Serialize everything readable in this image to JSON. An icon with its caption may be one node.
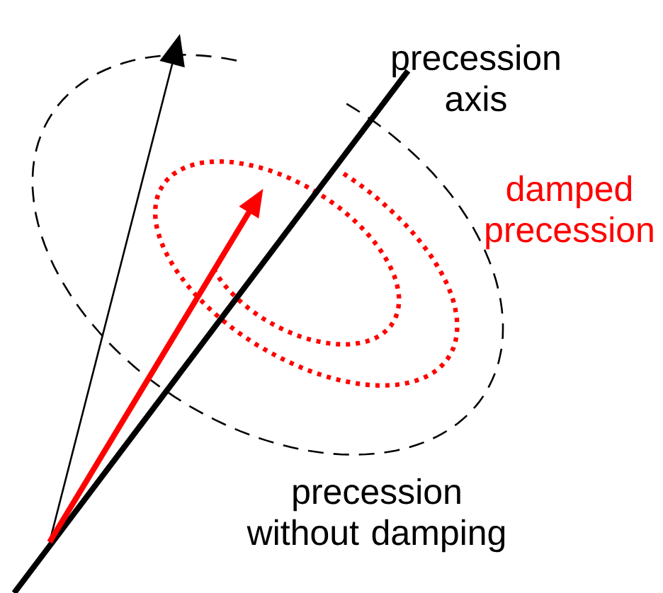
{
  "diagram": {
    "labels": [
      "precession axis",
      "damped precession",
      "precession without damping"
    ]
  }
}
